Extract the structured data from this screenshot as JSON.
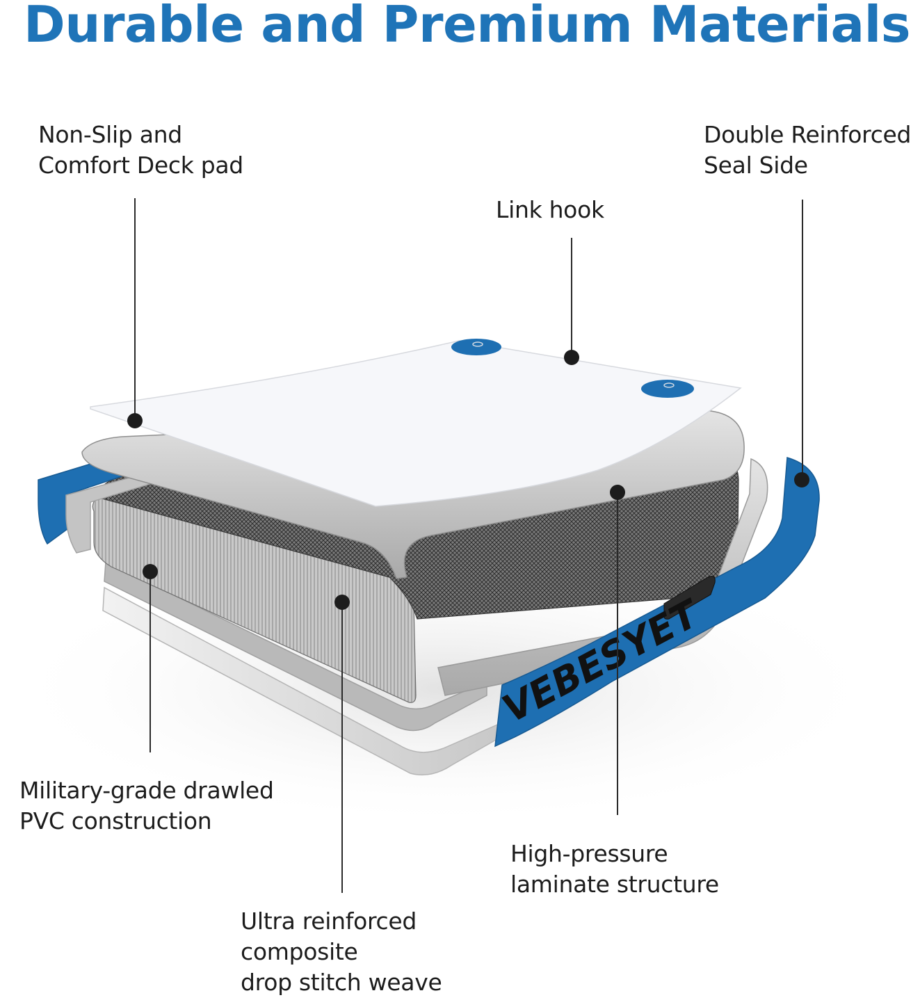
{
  "page": {
    "title": "Durable and Premium Materials",
    "title_color": "#1f74b8",
    "accent_blue": "#1e6fb2",
    "label_color": "#1c1c1c"
  },
  "product": {
    "brand": "VEBESYET"
  },
  "callouts": {
    "deck_pad": "Non-Slip and\nComfort Deck pad",
    "seal_side": "Double Reinforced\nSeal Side",
    "link_hook": "Link hook",
    "pvc": "Military-grade drawled\nPVC construction",
    "laminate": "High-pressure\nlaminate structure",
    "drop_stitch": "Ultra reinforced\ncomposite\ndrop stitch weave"
  }
}
